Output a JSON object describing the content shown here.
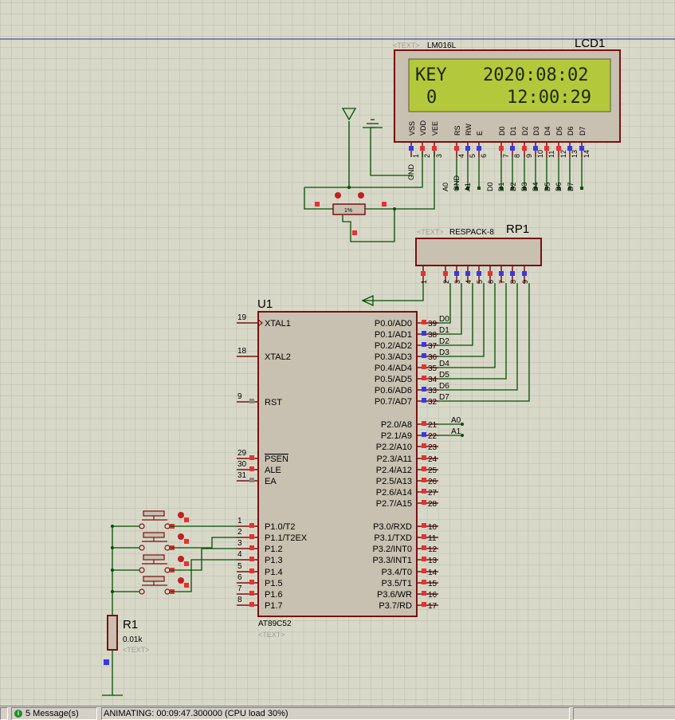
{
  "lcd": {
    "ref": "LCD1",
    "model_tag": "<TEXT>",
    "model": "LM016L",
    "line1_left": "KEY",
    "line1_right": "2020:08:02",
    "line2_left": "0",
    "line2_right": "12:00:29",
    "pin_names": [
      "VSS",
      "VDD",
      "VEE",
      "RS",
      "RW",
      "E",
      "D0",
      "D1",
      "D2",
      "D3",
      "D4",
      "D5",
      "D6",
      "D7"
    ],
    "pin_numbers": [
      "1",
      "2",
      "3",
      "4",
      "5",
      "6",
      "7",
      "8",
      "9",
      "10",
      "11",
      "12",
      "13",
      "14"
    ],
    "net_labels": [
      "GND",
      "A0",
      "GND",
      "A1",
      "D0",
      "D1",
      "D2",
      "D3",
      "D4",
      "D5",
      "D6",
      "D7"
    ],
    "backlight_color": "#b4c83c"
  },
  "pot": {
    "label": "1%"
  },
  "rp1": {
    "ref": "RP1",
    "tag": "<TEXT>",
    "model": "RESPACK-8",
    "pin_numbers": [
      "1",
      "2",
      "3",
      "4",
      "5",
      "6",
      "7",
      "8",
      "9"
    ]
  },
  "mcu": {
    "ref": "U1",
    "model": "AT89C52",
    "tag": "<TEXT>",
    "left_pins": [
      {
        "num": "19",
        "name": "XTAL1"
      },
      {
        "num": "18",
        "name": "XTAL2"
      },
      {
        "num": "9",
        "name": "RST"
      },
      {
        "num": "29",
        "name": "PSEN"
      },
      {
        "num": "30",
        "name": "ALE"
      },
      {
        "num": "31",
        "name": "EA"
      },
      {
        "num": "1",
        "name": "P1.0/T2"
      },
      {
        "num": "2",
        "name": "P1.1/T2EX"
      },
      {
        "num": "3",
        "name": "P1.2"
      },
      {
        "num": "4",
        "name": "P1.3"
      },
      {
        "num": "5",
        "name": "P1.4"
      },
      {
        "num": "6",
        "name": "P1.5"
      },
      {
        "num": "7",
        "name": "P1.6"
      },
      {
        "num": "8",
        "name": "P1.7"
      }
    ],
    "right_pins": [
      {
        "num": "39",
        "name": "P0.0/AD0",
        "net": "D0"
      },
      {
        "num": "38",
        "name": "P0.1/AD1",
        "net": "D1"
      },
      {
        "num": "37",
        "name": "P0.2/AD2",
        "net": "D2"
      },
      {
        "num": "36",
        "name": "P0.3/AD3",
        "net": "D3"
      },
      {
        "num": "35",
        "name": "P0.4/AD4",
        "net": "D4"
      },
      {
        "num": "34",
        "name": "P0.5/AD5",
        "net": "D5"
      },
      {
        "num": "33",
        "name": "P0.6/AD6",
        "net": "D6"
      },
      {
        "num": "32",
        "name": "P0.7/AD7",
        "net": "D7"
      },
      {
        "num": "21",
        "name": "P2.0/A8",
        "net": "A0"
      },
      {
        "num": "22",
        "name": "P2.1/A9",
        "net": "A1"
      },
      {
        "num": "23",
        "name": "P2.2/A10",
        "net": ""
      },
      {
        "num": "24",
        "name": "P2.3/A11",
        "net": ""
      },
      {
        "num": "25",
        "name": "P2.4/A12",
        "net": ""
      },
      {
        "num": "26",
        "name": "P2.5/A13",
        "net": ""
      },
      {
        "num": "27",
        "name": "P2.6/A14",
        "net": ""
      },
      {
        "num": "28",
        "name": "P2.7/A15",
        "net": ""
      },
      {
        "num": "10",
        "name": "P3.0/RXD",
        "net": ""
      },
      {
        "num": "11",
        "name": "P3.1/TXD",
        "net": ""
      },
      {
        "num": "12",
        "name": "P3.2/INT0",
        "net": ""
      },
      {
        "num": "13",
        "name": "P3.3/INT1",
        "net": ""
      },
      {
        "num": "14",
        "name": "P3.4/T0",
        "net": ""
      },
      {
        "num": "15",
        "name": "P3.5/T1",
        "net": ""
      },
      {
        "num": "16",
        "name": "P3.6/WR",
        "net": ""
      },
      {
        "num": "17",
        "name": "P3.7/RD",
        "net": ""
      }
    ]
  },
  "r1": {
    "ref": "R1",
    "value": "0.01k",
    "tag": "<TEXT>"
  },
  "status": {
    "messages": "5 Message(s)",
    "animating": "ANIMATING: 00:09:47.300000 (CPU load 30%)"
  },
  "colors": {
    "background": "#d8d8c8",
    "grid": "#bcbcac",
    "component_body": "#c8c0b0",
    "component_border": "#7a1010",
    "wire": "#005000",
    "pin_high": "#e83030",
    "pin_low": "#3838e8"
  }
}
